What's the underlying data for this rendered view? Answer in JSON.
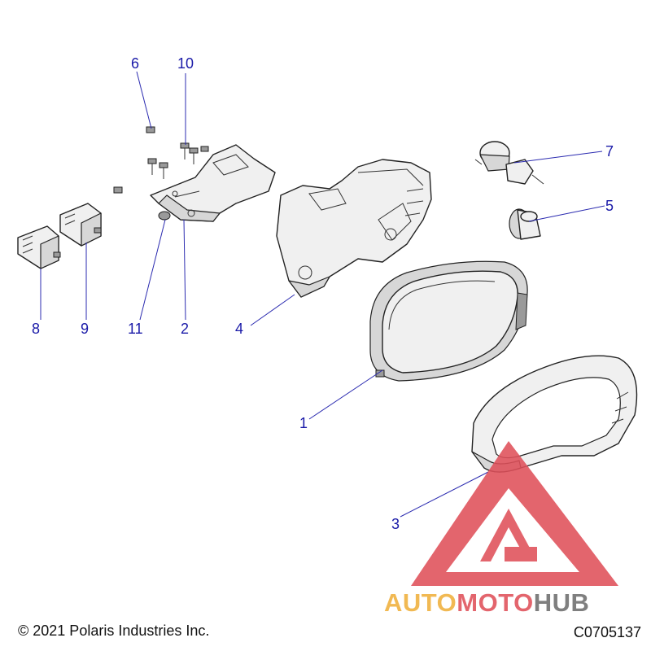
{
  "diagram": {
    "callouts": [
      {
        "id": "c1",
        "label": "1"
      },
      {
        "id": "c2",
        "label": "2"
      },
      {
        "id": "c3",
        "label": "3"
      },
      {
        "id": "c4",
        "label": "4"
      },
      {
        "id": "c5",
        "label": "5"
      },
      {
        "id": "c6",
        "label": "6"
      },
      {
        "id": "c7",
        "label": "7"
      },
      {
        "id": "c8",
        "label": "8"
      },
      {
        "id": "c9",
        "label": "9"
      },
      {
        "id": "c10",
        "label": "10"
      },
      {
        "id": "c11",
        "label": "11"
      }
    ],
    "colors": {
      "callout": "#1a1aa8",
      "watermark_red": "#e0505a",
      "watermark_orange": "#f0b03c",
      "watermark_gray": "#6e6e6e"
    }
  },
  "watermark": {
    "part1": "AUTO",
    "part2": "MOTO",
    "part3": "HUB"
  },
  "footer": {
    "copyright": "© 2021 Polaris Industries Inc.",
    "code": "C0705137"
  }
}
